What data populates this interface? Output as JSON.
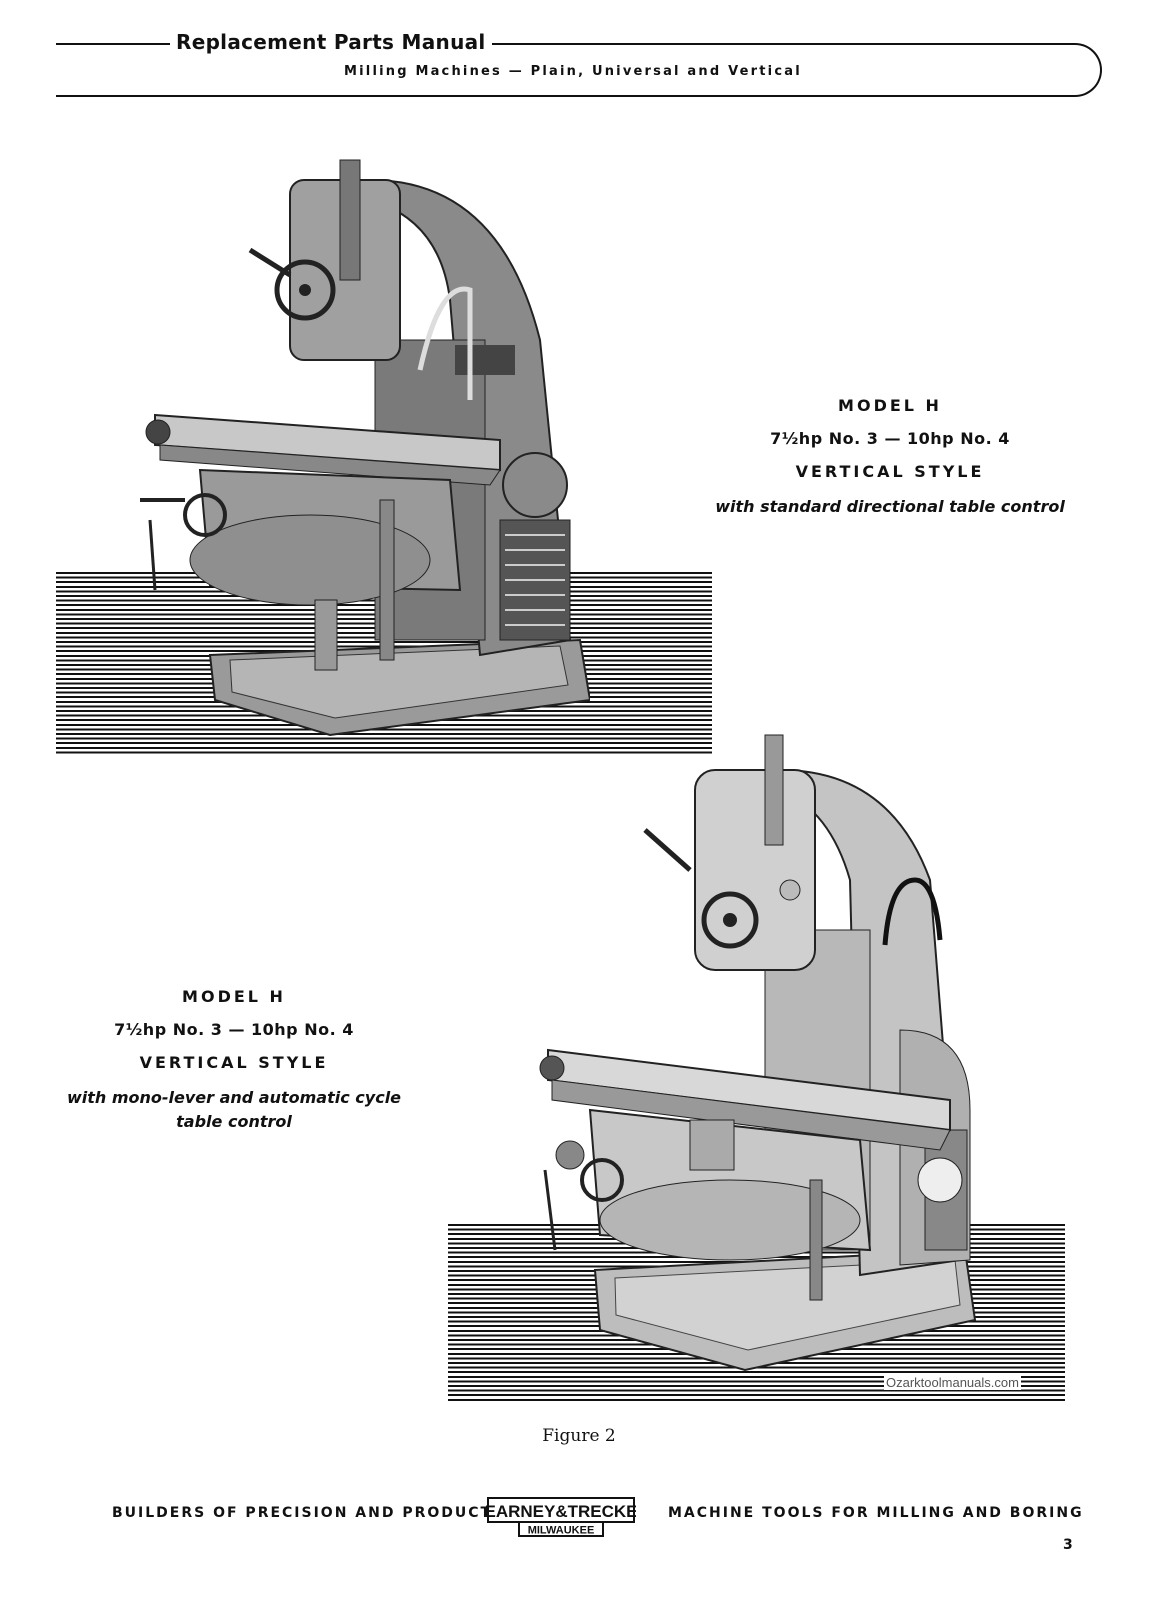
{
  "header": {
    "title": "Replacement Parts Manual",
    "subtitle": "Milling Machines — Plain, Universal and Vertical"
  },
  "figure_top": {
    "model": "MODEL H",
    "hp": "7½hp No. 3 — 10hp No. 4",
    "style": "VERTICAL STYLE",
    "description": "with standard directional table control",
    "machine_icon": "vertical-milling-machine-icon"
  },
  "figure_bottom": {
    "model": "MODEL H",
    "hp": "7½hp No. 3 — 10hp No. 4",
    "style": "VERTICAL STYLE",
    "description_line1": "with mono-lever and automatic cycle",
    "description_line2": "table control",
    "machine_icon": "vertical-milling-machine-icon"
  },
  "figure_label": "Figure 2",
  "watermark": "Ozarktoolmanuals.com",
  "footer": {
    "left_text": "BUILDERS OF PRECISION AND PRODUCTION",
    "logo_top": "KEARNEY&TRECKER",
    "logo_bottom": "MILWAUKEE",
    "right_text": "MACHINE TOOLS FOR MILLING AND BORING"
  },
  "page_number": "3"
}
